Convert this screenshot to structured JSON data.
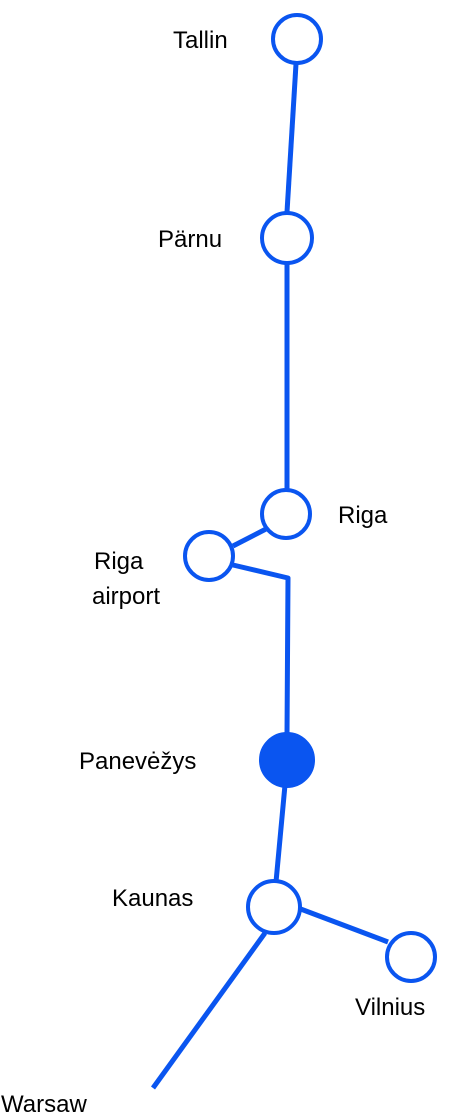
{
  "map": {
    "line_color": "#0a55f0",
    "station_fill_open": "#ffffff",
    "station_fill_current": "#0a55f0",
    "stations": [
      {
        "id": "tallin",
        "name": "Tallin",
        "current": false
      },
      {
        "id": "parnu",
        "name": "Pärnu",
        "current": false
      },
      {
        "id": "riga",
        "name": "Riga",
        "current": false
      },
      {
        "id": "riga-airport",
        "name_lines": [
          "Riga",
          "airport"
        ],
        "current": false
      },
      {
        "id": "panevezys",
        "name": "Panevėžys",
        "current": true
      },
      {
        "id": "kaunas",
        "name": "Kaunas",
        "current": false
      },
      {
        "id": "vilnius",
        "name": "Vilnius",
        "current": false
      }
    ],
    "endpoint_label": "Warsaw"
  }
}
